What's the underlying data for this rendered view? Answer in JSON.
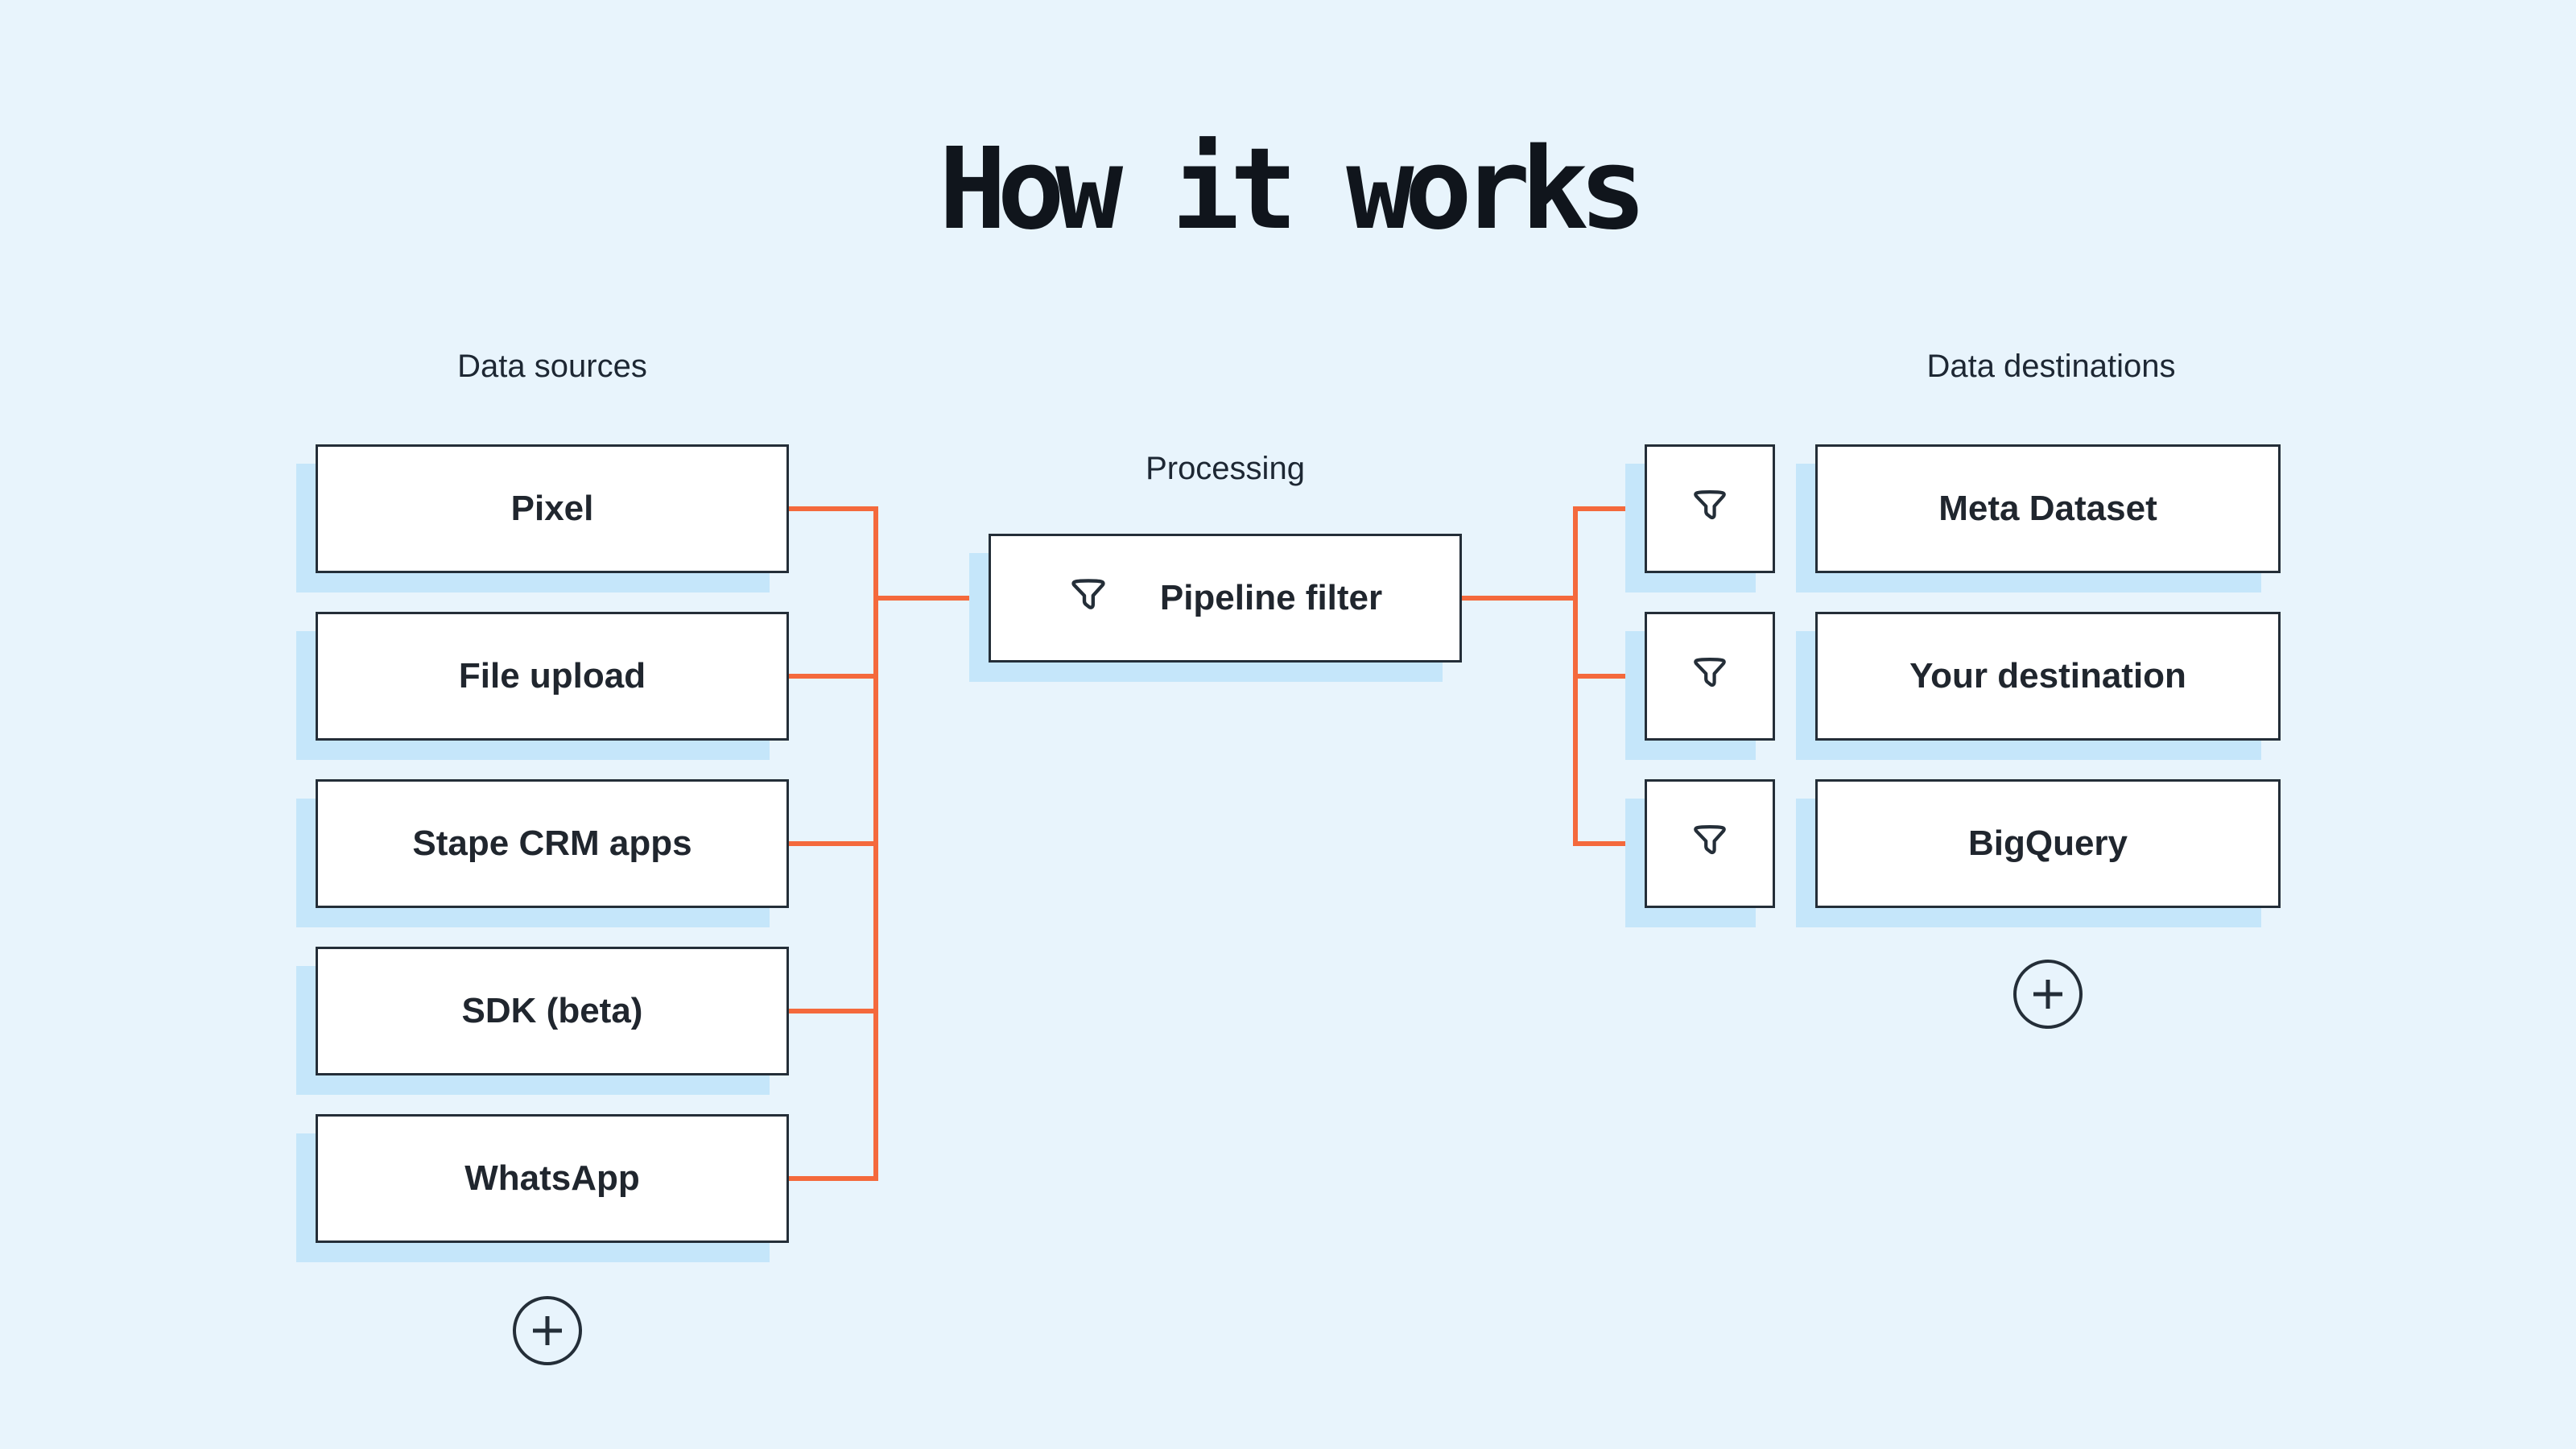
{
  "title": "How it works",
  "colors": {
    "background": "#e8f4fc",
    "shadow_blue": "#c5e6fa",
    "connector_orange": "#f4693c",
    "node_border": "#242e38",
    "text": "#20262e"
  },
  "sections": {
    "sources": {
      "label": "Data sources",
      "items": [
        "Pixel",
        "File upload",
        "Stape CRM apps",
        "SDK (beta)",
        "WhatsApp"
      ],
      "add_button_icon": "plus-icon"
    },
    "processing": {
      "label": "Processing",
      "node": {
        "icon": "funnel-icon",
        "label": "Pipeline filter"
      }
    },
    "destinations": {
      "label": "Data destinations",
      "filter_icons": [
        "funnel-icon",
        "funnel-icon",
        "funnel-icon"
      ],
      "items": [
        "Meta Dataset",
        "Your destination",
        "BigQuery"
      ],
      "add_button_icon": "plus-icon"
    }
  }
}
